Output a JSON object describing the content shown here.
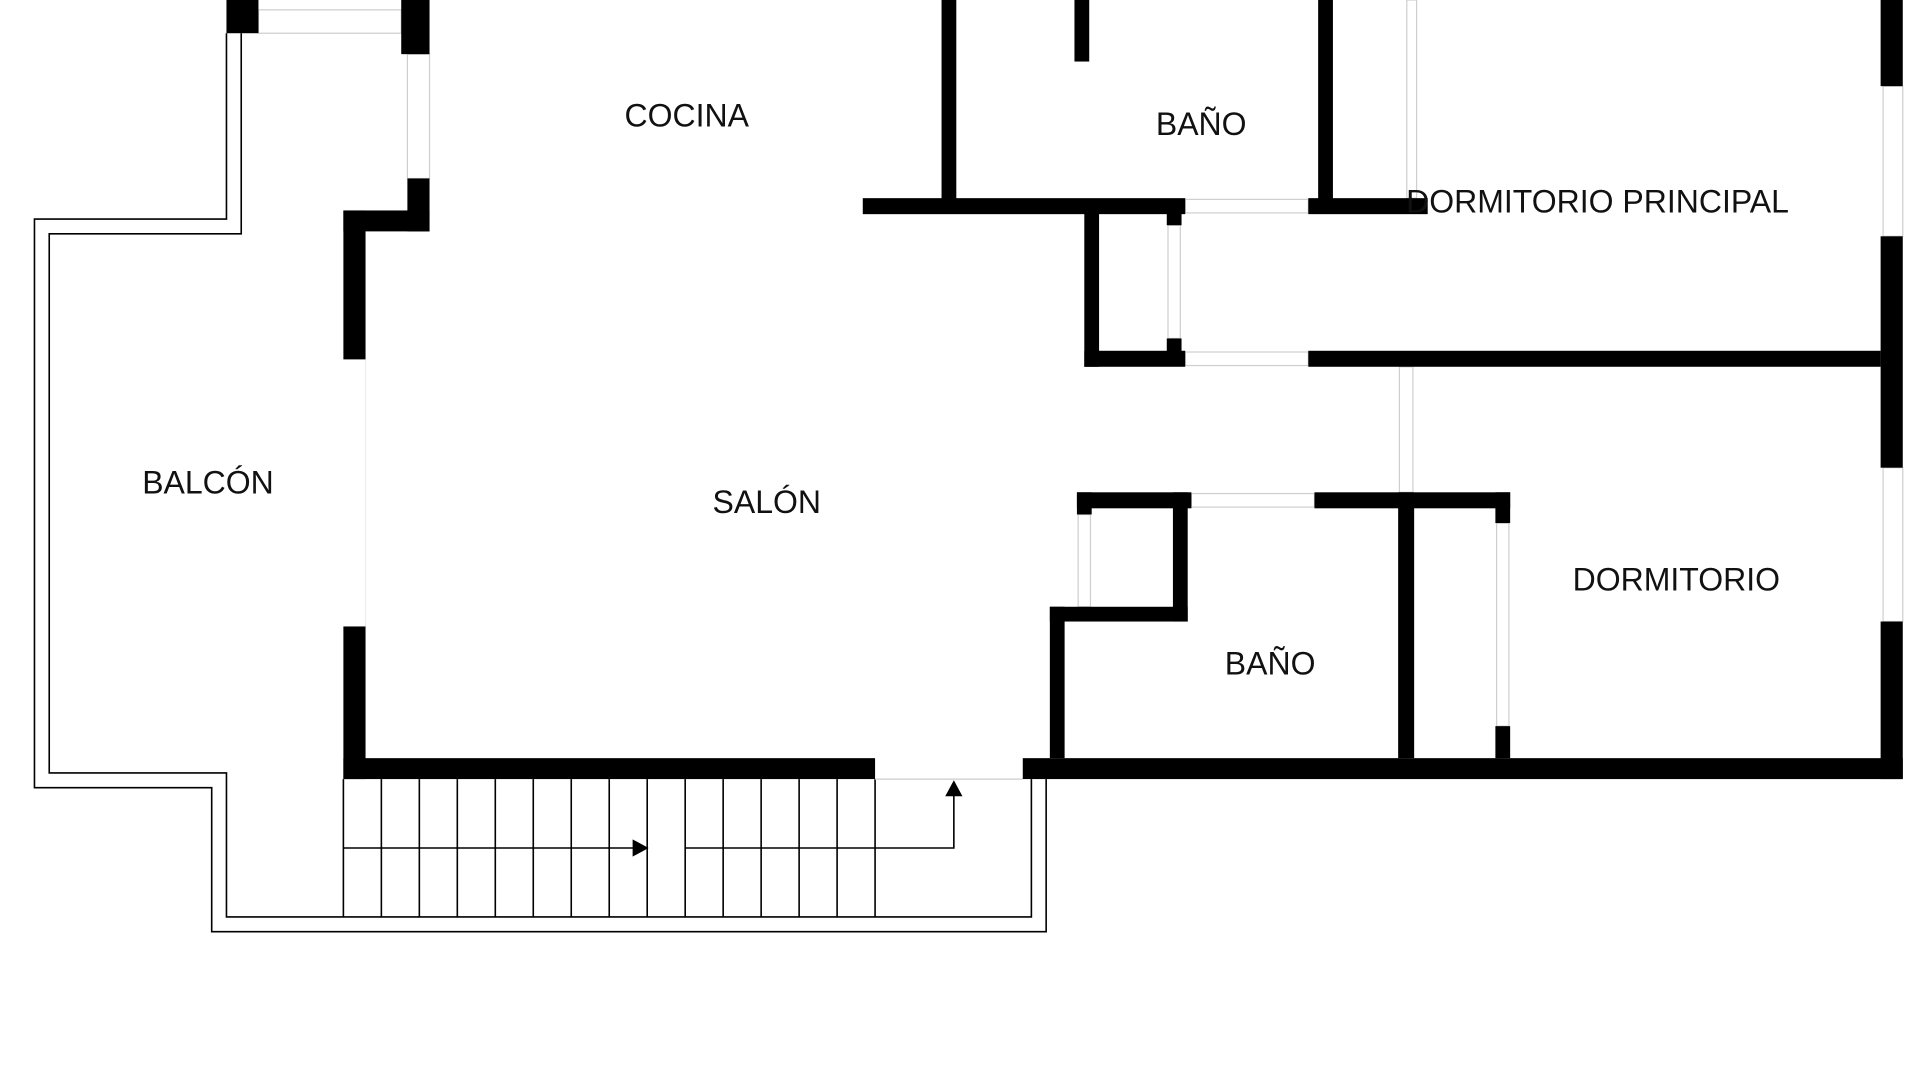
{
  "plan": {
    "rooms": {
      "cocina": "COCINA",
      "bano_top": "BAÑO",
      "dormitorio_principal": "DORMITORIO PRINCIPAL",
      "balcon": "BALCÓN",
      "salon": "SALÓN",
      "dormitorio": "DORMITORIO",
      "bano_bottom": "BAÑO"
    },
    "colors": {
      "wall": "#000000",
      "background": "#ffffff"
    }
  }
}
